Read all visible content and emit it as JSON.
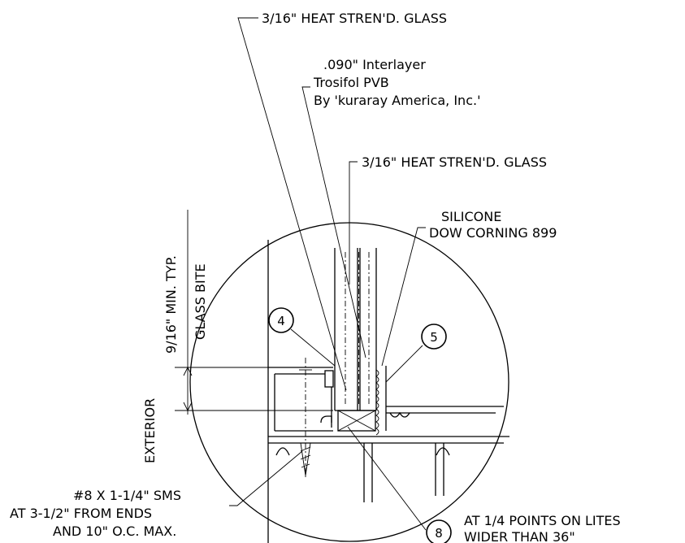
{
  "labels": {
    "glass_outer": "3/16\" HEAT STREN'D. GLASS",
    "interlayer_1": ".090\" Interlayer",
    "interlayer_2": "Trosifol PVB",
    "interlayer_3": "By 'kuraray America, Inc.'",
    "glass_inner": "3/16\" HEAT STREN'D. GLASS",
    "silicone_1": "SILICONE",
    "silicone_2": "DOW CORNING 899",
    "bite_1": "9/16\" MIN. TYP.",
    "bite_2": "GLASS BITE",
    "exterior": "EXTERIOR",
    "screw_1": "#8 X 1-1/4\" SMS",
    "screw_2": "AT 3-1/2\" FROM ENDS",
    "screw_3": "AND 10\" O.C. MAX.",
    "note_1": "AT 1/4 POINTS ON LITES",
    "note_2": "WIDER THAN 36\""
  },
  "callouts": {
    "c4": "4",
    "c5": "5",
    "c8": "8"
  }
}
